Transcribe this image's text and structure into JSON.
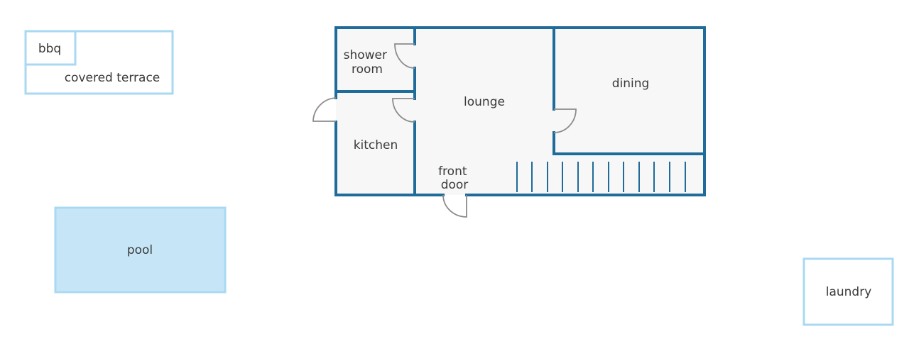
{
  "outdoor": {
    "bbq": "bbq",
    "covered_terrace": "covered terrace",
    "pool": "pool",
    "laundry": "laundry"
  },
  "rooms": {
    "shower_room": [
      "shower",
      "room"
    ],
    "lounge": "lounge",
    "dining": "dining",
    "kitchen": "kitchen",
    "front_door": [
      "front",
      "door"
    ]
  },
  "colors": {
    "wall": "#1f6b99",
    "floor": "#f7f7f7",
    "outline_light": "#a9d9f2",
    "pool_fill": "#c6e6f8",
    "door": "#8c8c8c",
    "text": "#3a3a3a"
  }
}
